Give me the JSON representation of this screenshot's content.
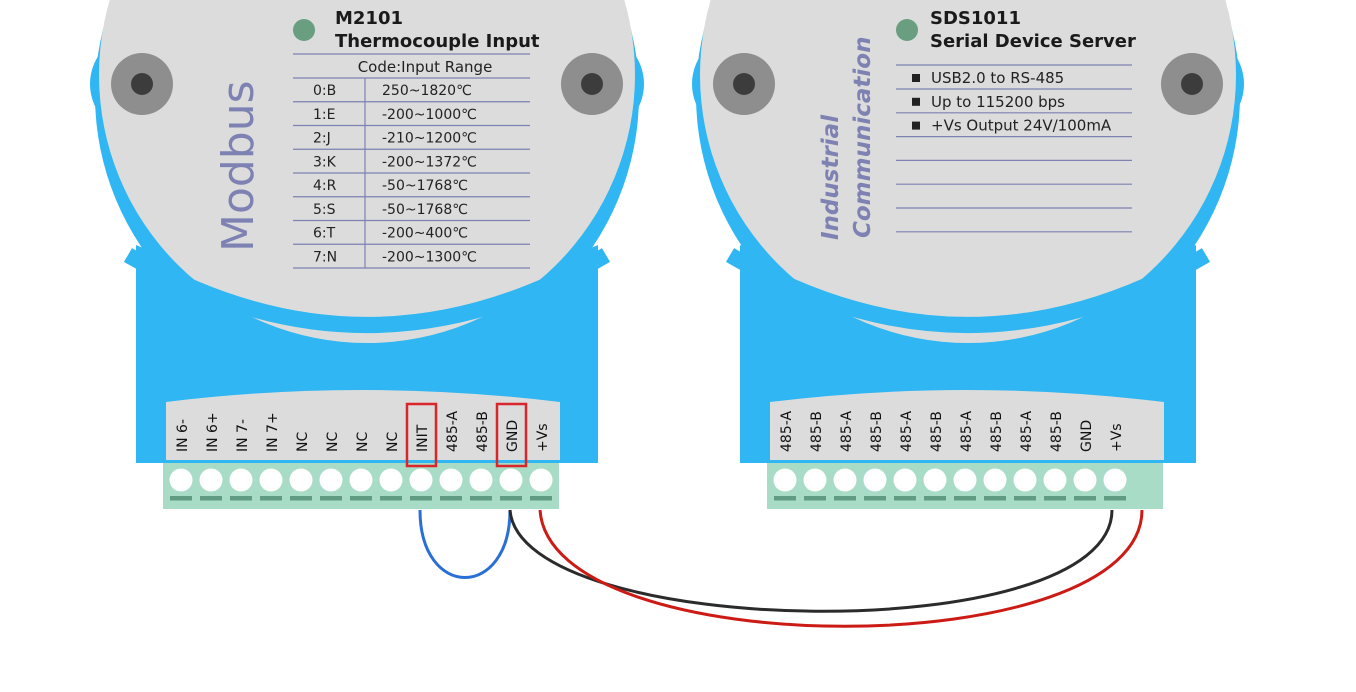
{
  "left_module": {
    "model": "M2101",
    "name": "Thermocouple Input",
    "brand": "Modbus",
    "table_header": "Code:Input Range",
    "codes": [
      {
        "code": "0:B",
        "range": "250~1820℃"
      },
      {
        "code": "1:E",
        "range": "-200~1000℃"
      },
      {
        "code": "2:J",
        "range": "-210~1200℃"
      },
      {
        "code": "3:K",
        "range": "-200~1372℃"
      },
      {
        "code": "4:R",
        "range": "-50~1768℃"
      },
      {
        "code": "5:S",
        "range": "-50~1768℃"
      },
      {
        "code": "6:T",
        "range": "-200~400℃"
      },
      {
        "code": "7:N",
        "range": "-200~1300℃"
      }
    ],
    "terminals": [
      "IN 6-",
      "IN 6+",
      "IN 7-",
      "IN 7+",
      "NC",
      "NC",
      "NC",
      "NC",
      "INIT",
      "485-A",
      "485-B",
      "GND",
      "+Vs"
    ],
    "highlighted_terminals": [
      "INIT",
      "GND"
    ]
  },
  "right_module": {
    "model": "SDS1011",
    "name": "Serial Device Server",
    "brand_line1": "Industrial",
    "brand_line2": "Communication",
    "features": [
      "USB2.0 to RS-485",
      "Up to 115200 bps",
      "+Vs Output 24V/100mA"
    ],
    "terminals": [
      "485-A",
      "485-B",
      "485-A",
      "485-B",
      "485-A",
      "485-B",
      "485-A",
      "485-B",
      "485-A",
      "485-B",
      "GND",
      "+Vs"
    ]
  },
  "colors": {
    "module_body": "#30b6f2",
    "face": "#dcdcdc",
    "terminal_block": "#a9dcc6",
    "status_led": "#6a9e80",
    "highlight_box": "#d9262b",
    "wire_init_gnd": "#2a6fd6",
    "wire_gnd": "#2b2b2b",
    "wire_vs": "#cc1b14"
  }
}
